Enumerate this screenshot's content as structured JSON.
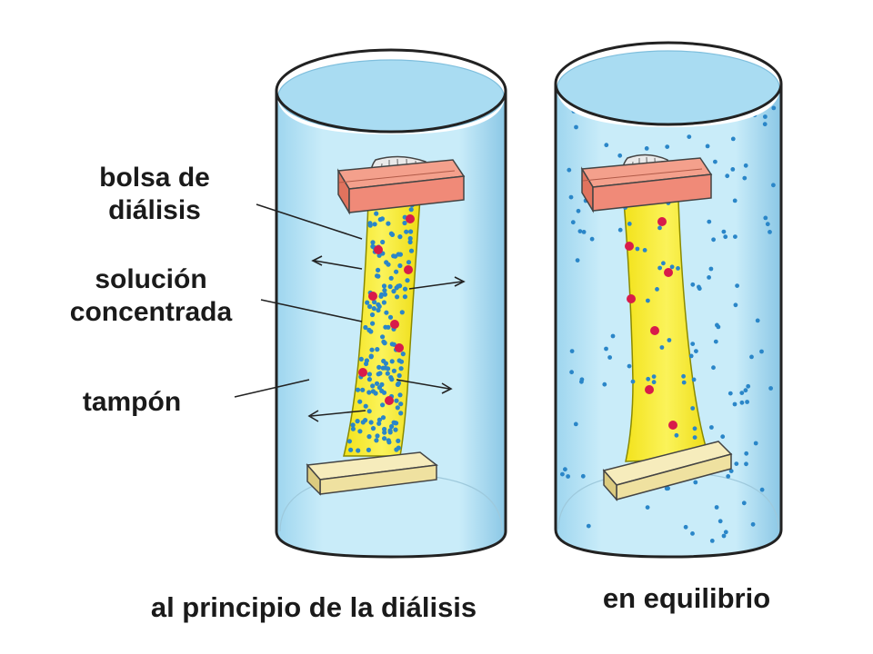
{
  "labels": {
    "bag_line1": "bolsa de",
    "bag_line2": "diálisis",
    "solution_line1": "solución",
    "solution_line2": "concentrada",
    "buffer": "tampón",
    "start": "al principio de la diálisis",
    "equilibrium": "en equilibrio"
  },
  "colors": {
    "buffer_fill": "#bfe6f6",
    "buffer_edge": "#8fcbe6",
    "bag_fill": "#f8ee2c",
    "bag_edge": "#8a8a00",
    "top_clamp": "#f08a78",
    "bottom_clamp": "#efe1a0",
    "small_molecule": "#2a86c8",
    "large_molecule": "#d81b4a"
  }
}
